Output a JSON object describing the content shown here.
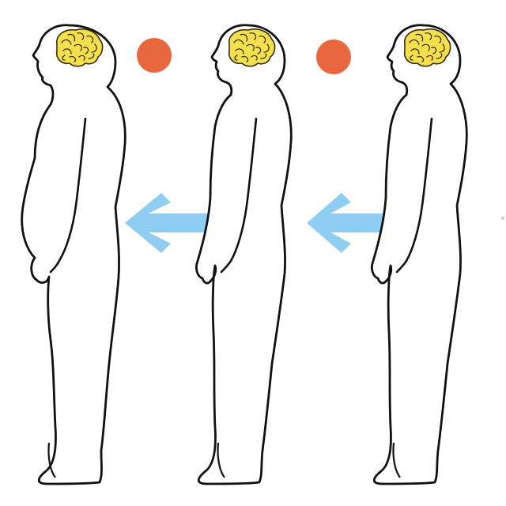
{
  "colors": {
    "background": "#ffffff",
    "outline": "#111111",
    "skin": "#ffffff",
    "brain_fill": "#f4e04d",
    "brain_lines": "#3b2f10",
    "dot": "#e8673f",
    "arrow": "#8fcdf2"
  },
  "figures": [
    {
      "build": "obese",
      "icon": "human-figure-icon"
    },
    {
      "build": "average",
      "icon": "human-figure-icon"
    },
    {
      "build": "slim",
      "icon": "human-figure-icon"
    }
  ],
  "markers": [
    {
      "icon": "orange-dot-icon"
    },
    {
      "icon": "orange-dot-icon"
    }
  ],
  "arrows": [
    {
      "icon": "left-arrow-icon",
      "direction": "left"
    },
    {
      "icon": "left-arrow-icon",
      "direction": "left"
    }
  ]
}
